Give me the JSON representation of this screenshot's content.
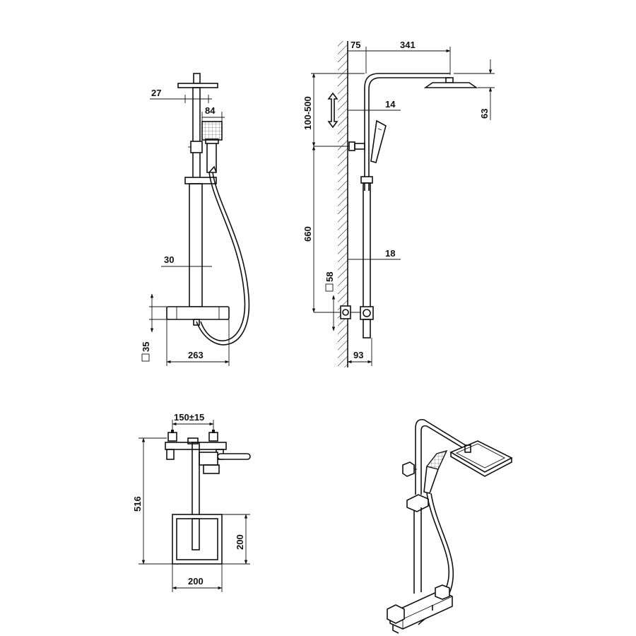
{
  "drawing": {
    "front_view": {
      "dim_head_depth": "27",
      "dim_hand_width": "84",
      "dim_bar_width": "30",
      "dim_thermostat_section": "35",
      "dim_overall_width": "263"
    },
    "side_view": {
      "dim_wall_offset": "75",
      "dim_arm_reach": "341",
      "dim_head_drop": "63",
      "dim_adjust_range": "100-500",
      "dim_riser_diameter": "14",
      "dim_bracket_height": "660",
      "dim_pipe_diameter": "18",
      "dim_inlet_section": "58",
      "dim_mixer_depth": "93"
    },
    "top_view": {
      "dim_inlet_centres": "150±15",
      "dim_total_depth": "516",
      "dim_head_depth": "200",
      "dim_head_width": "200"
    }
  }
}
